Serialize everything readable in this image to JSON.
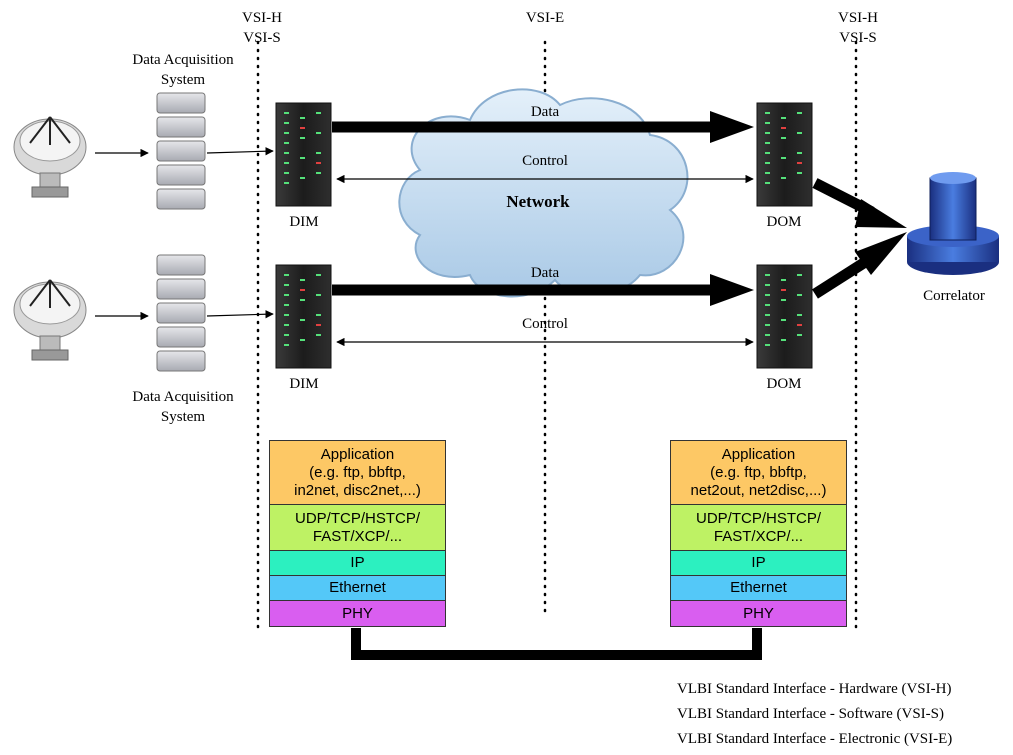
{
  "vsi_labels": {
    "left": [
      "VSI-H",
      "VSI-S"
    ],
    "middle": "VSI-E",
    "right": [
      "VSI-H",
      "VSI-S"
    ]
  },
  "acquisition_label": [
    "Data Acquisition",
    "System"
  ],
  "dim_label": "DIM",
  "dom_label": "DOM",
  "data_label": "Data",
  "control_label": "Control",
  "network_label": "Network",
  "correlator_label": "Correlator",
  "left_stack": {
    "application": [
      "Application",
      "(e.g. ftp, bbftp,",
      "in2net, disc2net,...)"
    ],
    "transport": [
      "UDP/TCP/HSTCP/",
      "FAST/XCP/..."
    ],
    "ip": "IP",
    "ethernet": "Ethernet",
    "phy": "PHY"
  },
  "right_stack": {
    "application": [
      "Application",
      "(e.g. ftp, bbftp,",
      "net2out, net2disc,...)"
    ],
    "transport": [
      "UDP/TCP/HSTCP/",
      "FAST/XCP/..."
    ],
    "ip": "IP",
    "ethernet": "Ethernet",
    "phy": "PHY"
  },
  "legend": [
    "VLBI Standard Interface - Hardware (VSI-H)",
    "VLBI Standard Interface - Software (VSI-S)",
    "VLBI Standard Interface - Electronic (VSI-E)"
  ],
  "colors": {
    "application": "#fdc865",
    "transport": "#bef264",
    "ip": "#2cf0c0",
    "ethernet": "#54c8f8",
    "phy": "#d95ef0",
    "cloud": "#c8dff2",
    "correlator": "#2b4fb0"
  }
}
